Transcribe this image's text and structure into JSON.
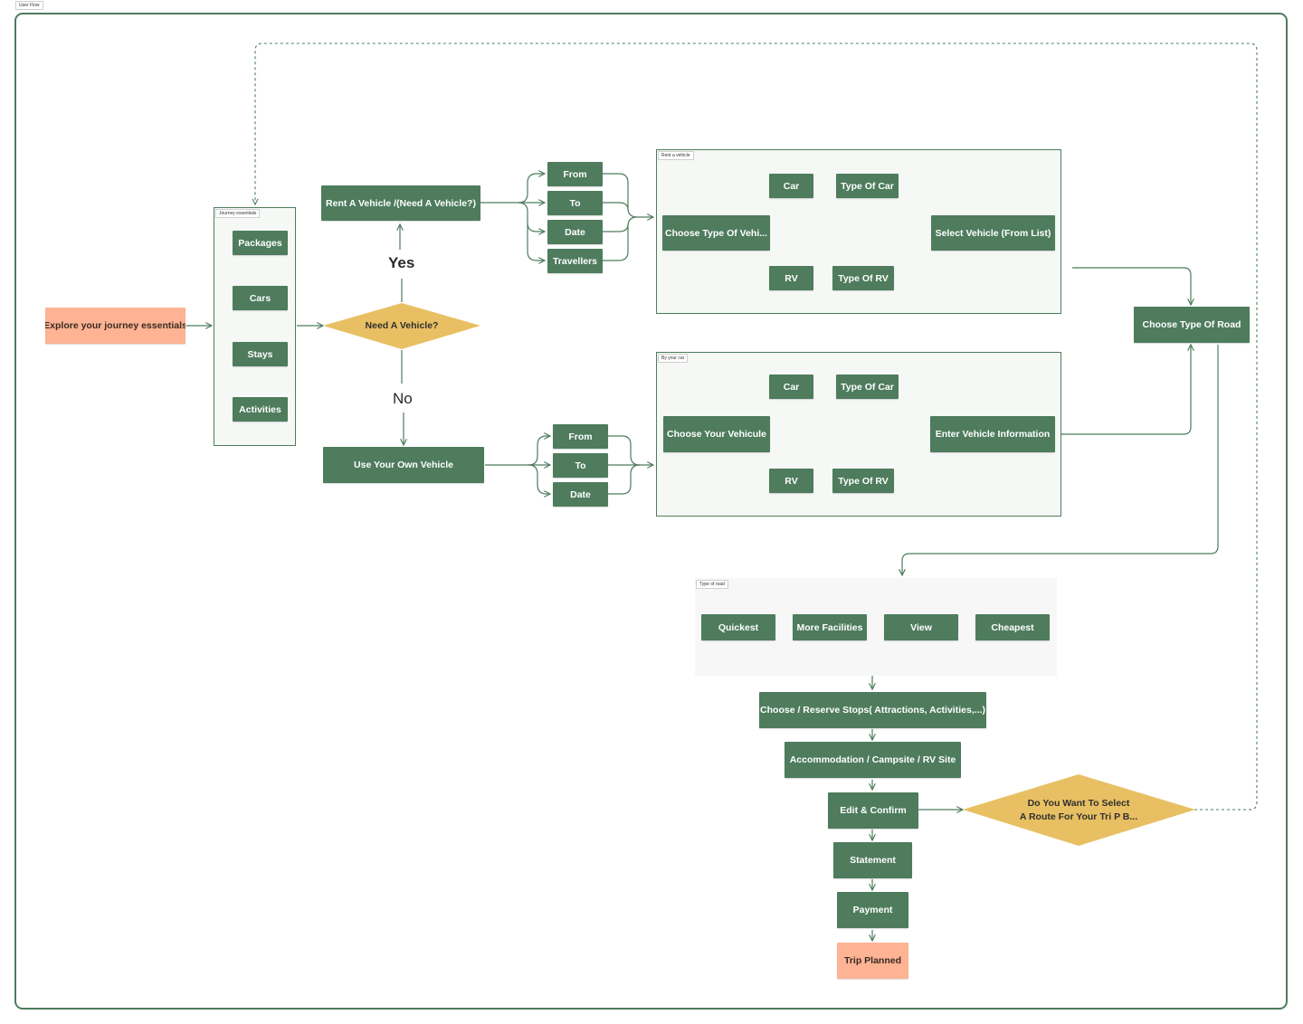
{
  "frame": {
    "label": "User Flow"
  },
  "start": {
    "label": "Explore your journey essentials"
  },
  "journey_essentials": {
    "label": "Journey essentials",
    "items": [
      "Packages",
      "Cars",
      "Stays",
      "Activities"
    ]
  },
  "decision_vehicle": {
    "label": "Need A Vehicle?",
    "yes": "Yes",
    "no": "No"
  },
  "rent": {
    "label": "Rent A Vehicle /(Need A Vehicle?)",
    "fields": [
      "From",
      "To",
      "Date",
      "Travellers"
    ]
  },
  "own": {
    "label": "Use Your Own Vehicle",
    "fields": [
      "From",
      "To",
      "Date"
    ]
  },
  "rent_group": {
    "label": "Rent a vehicle",
    "choose": "Choose Type Of Vehi...",
    "car": "Car",
    "type_car": "Type Of Car",
    "rv": "RV",
    "type_rv": "Type Of RV",
    "result": "Select Vehicle (From List)"
  },
  "own_group": {
    "label": "By your car",
    "choose": "Choose Your Vehicule",
    "car": "Car",
    "type_car": "Type Of Car",
    "rv": "RV",
    "type_rv": "Type Of RV",
    "result": "Enter Vehicle Information"
  },
  "road": {
    "choose": "Choose Type Of Road",
    "group_label": "Type of road",
    "options": [
      "Quickest",
      "More Facilities",
      "View",
      "Cheapest"
    ]
  },
  "steps": {
    "stops": "Choose / Reserve Stops( Attractions, Activities,...)",
    "accommodation": "Accommodation / Campsite / RV Site",
    "edit": "Edit & Confirm",
    "statement": "Statement",
    "payment": "Payment",
    "done": "Trip Planned"
  },
  "decision_route": {
    "line1": "Do You Want To Select",
    "line2": "A Route For Your Tri P B..."
  },
  "colors": {
    "node": "#4e7c5d",
    "salmon": "#fdb394",
    "diamond": "#e8c063",
    "line": "#4e7c5d"
  }
}
